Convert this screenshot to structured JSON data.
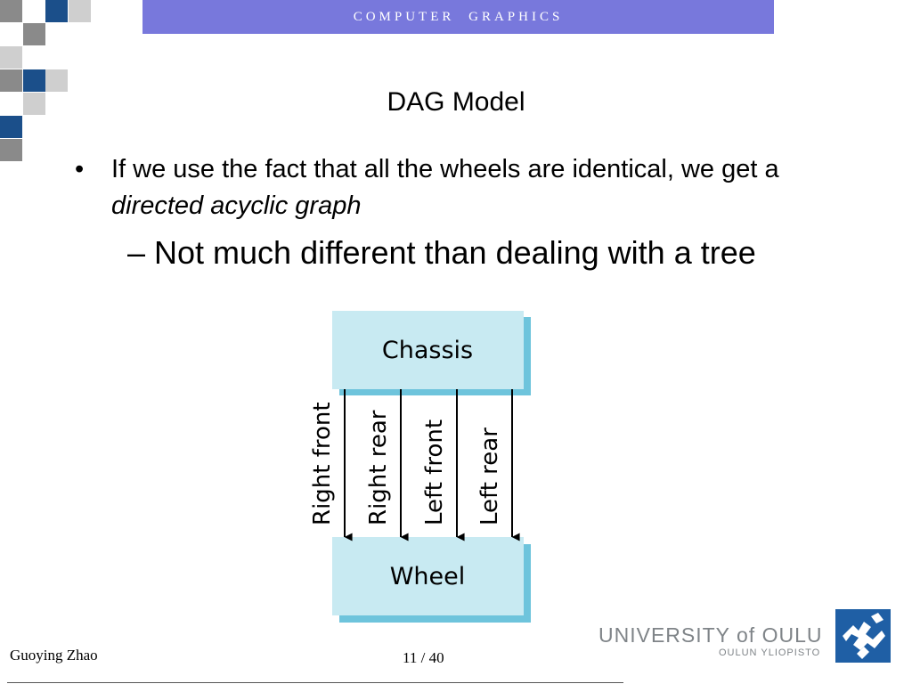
{
  "header": {
    "banner_text": "COMPUTER GRAPHICS"
  },
  "slide": {
    "title": "DAG Model",
    "bullet": {
      "marker": "•",
      "text_before": "If we use the fact that all the wheels are identical, we get a ",
      "emphasis": "directed acyclic graph"
    },
    "sub_bullet": "– Not much different than dealing with a tree"
  },
  "diagram": {
    "parent_node": "Chassis",
    "child_node": "Wheel",
    "edges": [
      "Right front",
      "Right rear",
      "Left front",
      "Left rear"
    ],
    "node_fill": "#c8eaf2",
    "node_shadow": "#6ec4dc"
  },
  "footer": {
    "author": "Guoying Zhao",
    "page": "11 / 40",
    "university": "UNIVERSITY of OULU",
    "university_sub": "OULUN YLIOPISTO"
  },
  "colors": {
    "banner": "#7878dc",
    "checker_dark": "#1b4f8a",
    "checker_mid": "#8a8a8a",
    "checker_light": "#cfcfcf",
    "logo": "#1f5fa5"
  }
}
